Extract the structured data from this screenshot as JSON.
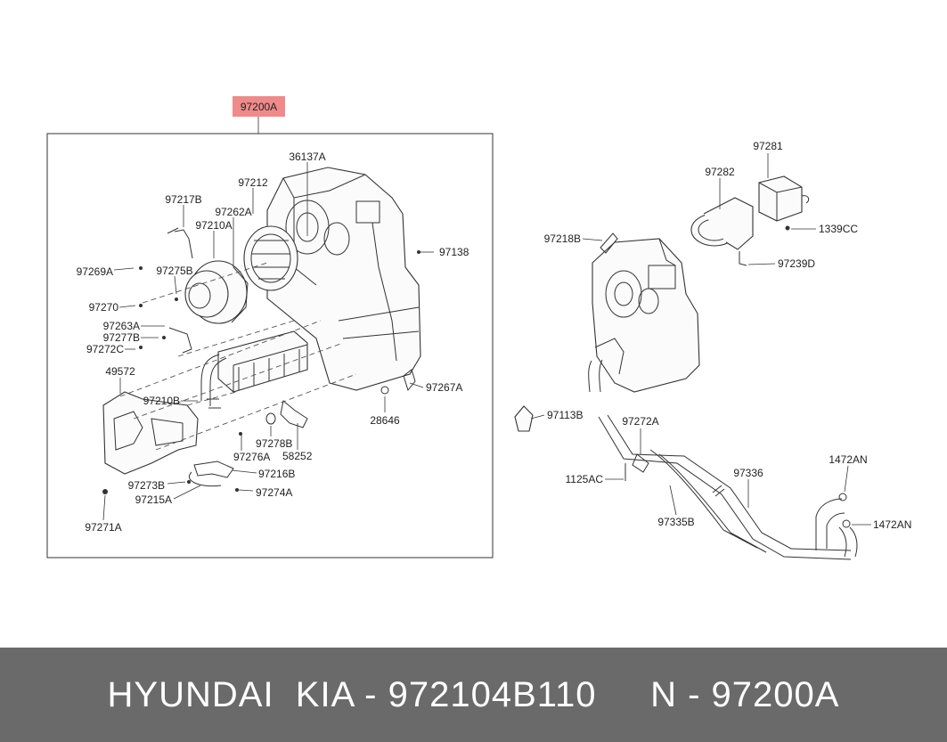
{
  "main_part_code": "97200A",
  "assembly_labels": [
    "36137A",
    "97212",
    "97217B",
    "97262A",
    "97210A",
    "97269A",
    "97275B",
    "97138",
    "97270",
    "97263A",
    "97277B",
    "97272C",
    "49572",
    "97210B",
    "97267A",
    "28646",
    "97278B",
    "58252",
    "97276A",
    "97216B",
    "97273B",
    "97274A",
    "97215A",
    "97271A"
  ],
  "pipe_labels": [
    "97281",
    "97282",
    "1339CC",
    "97218B",
    "97239D",
    "97113B",
    "97272A",
    "1125AC",
    "97336",
    "1472AN",
    "97335B",
    "1472AN"
  ],
  "footer": {
    "text": "HYUNDAI  KIA - 972104B110     N - 97200A"
  },
  "colors": {
    "highlight": "#f08a8a",
    "footer_bg": "#6a6a6a",
    "footer_text": "#ffffff"
  }
}
